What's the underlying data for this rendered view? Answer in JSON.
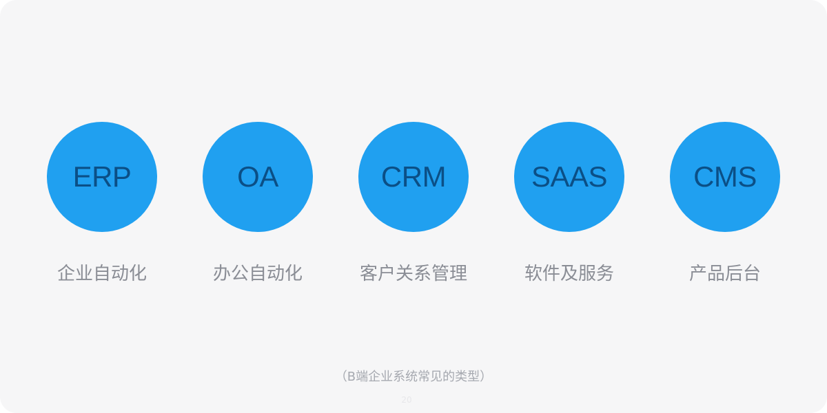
{
  "systems": [
    {
      "abbr": "ERP",
      "label": "企业自动化"
    },
    {
      "abbr": "OA",
      "label": "办公自动化"
    },
    {
      "abbr": "CRM",
      "label": "客户关系管理"
    },
    {
      "abbr": "SAAS",
      "label": "软件及服务"
    },
    {
      "abbr": "CMS",
      "label": "产品后台"
    }
  ],
  "caption": "（B端企业系统常见的类型）",
  "watermark": "20",
  "colors": {
    "background": "#f6f6f7",
    "circle": "#20a0f0",
    "abbr_text": "#0b4f86",
    "label_text": "#8a8d95",
    "caption_text": "#a6a9b0"
  }
}
